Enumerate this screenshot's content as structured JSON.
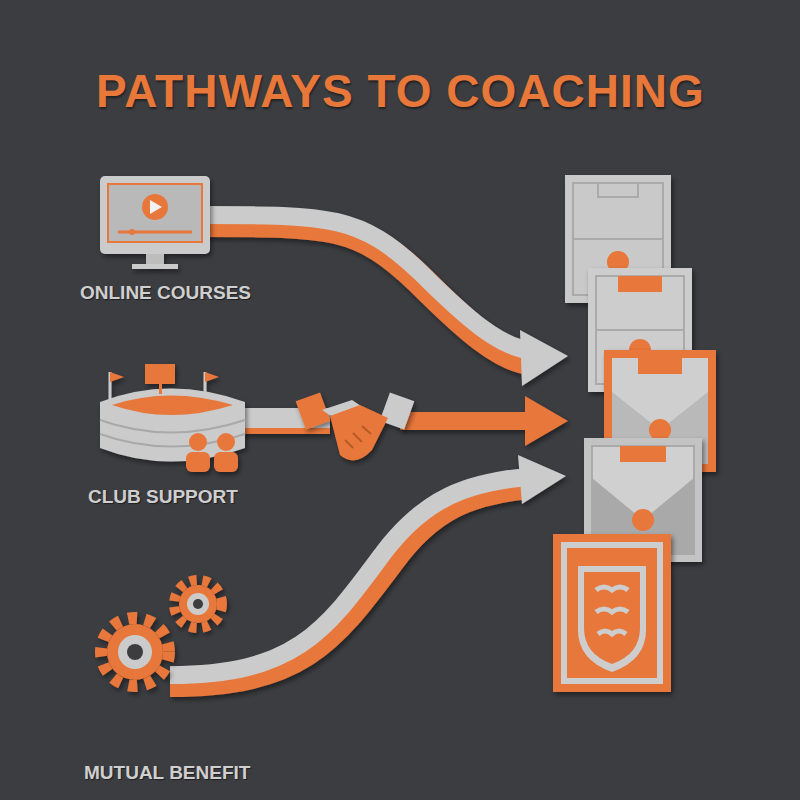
{
  "diagram": {
    "title": "PATHWAYS TO COACHING",
    "labels": [
      "ONLINE COURSES",
      "CLUB SUPPORT",
      "MUTUAL BENEFIT"
    ]
  }
}
